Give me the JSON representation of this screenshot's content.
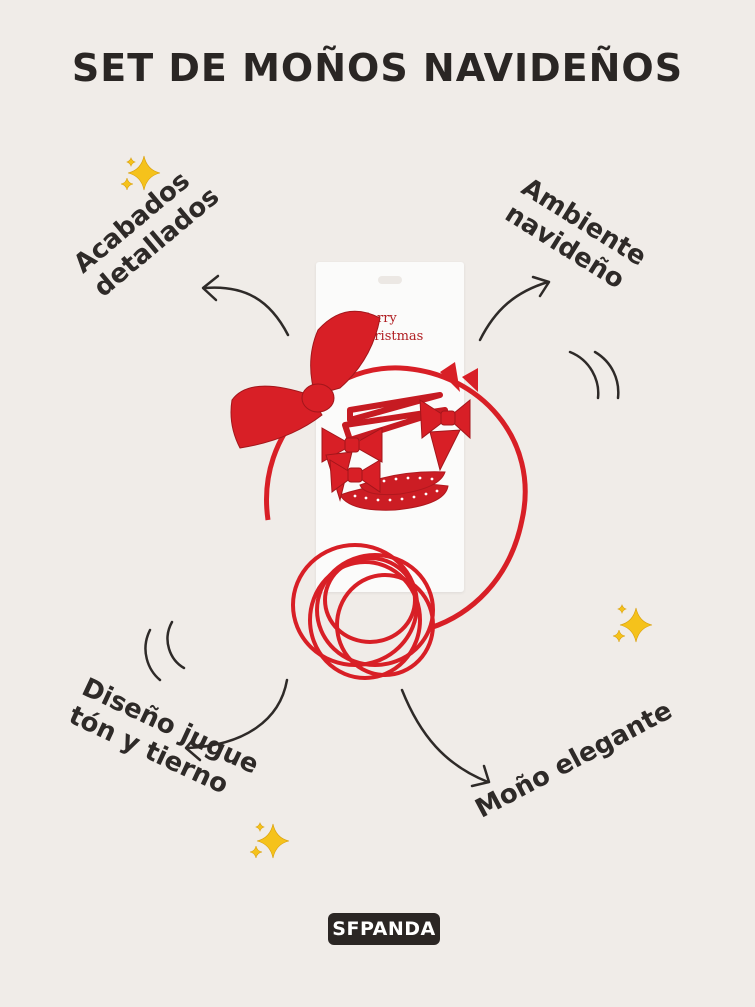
{
  "title": "SET DE MOÑOS NAVIDEÑOS",
  "features": [
    {
      "lines": [
        "Acabados",
        "detallados"
      ]
    },
    {
      "lines": [
        "Ambiente",
        "navideño"
      ]
    },
    {
      "lines": [
        "Diseño jugue",
        "tón y tierno"
      ]
    },
    {
      "lines": [
        "Moño elegante"
      ]
    }
  ],
  "card_text": "Merry\nChristmas",
  "logo": "SFPANDA",
  "colors": {
    "background": "#f0ece8",
    "text": "#2e2a28",
    "accessory_red": "#d81f26",
    "sparkle": "#f5c21b"
  },
  "icons": [
    "sparkle-icon",
    "curved-arrow-icon",
    "motion-lines-icon"
  ]
}
